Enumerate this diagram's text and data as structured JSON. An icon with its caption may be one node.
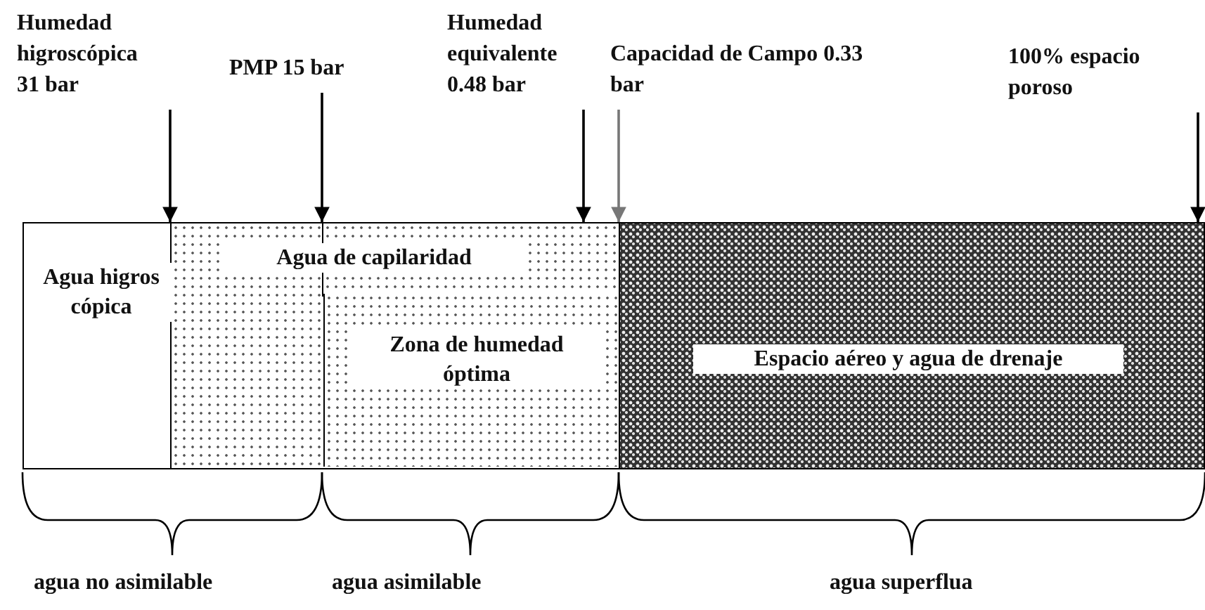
{
  "diagram": {
    "nodes": [
      {
        "text": [
          "Agua higros cópica"
        ]
      },
      {
        "text": [
          "Agua de capilaridad"
        ]
      },
      {
        "text": [
          "Zona de humedad óptima"
        ],
        "in": 1
      },
      {
        "text": [
          "Espacio aéreo y agua de drenaje"
        ]
      },
      {
        "text": [
          "Humedad higroscópica 31 bar"
        ]
      },
      {
        "text": [
          "PMP 15 bar"
        ]
      },
      {
        "text": [
          "Humedad equivalente 0.48 bar"
        ]
      },
      {
        "text": [
          "Capacidad de Campo 0.33 bar"
        ]
      },
      {
        "text": [
          "100% espacio poroso"
        ]
      }
    ],
    "edges": [
      {
        "from": 4,
        "to": 1,
        "arrow": "to"
      },
      {
        "from": 5,
        "to": 1,
        "arrow": "to"
      },
      {
        "from": 6,
        "to": 1,
        "arrow": "to"
      },
      {
        "from": 7,
        "to": 3,
        "arrow": "to",
        "color": "#777777"
      },
      {
        "from": 8,
        "to": 3,
        "arrow": "to"
      }
    ],
    "labels": [
      "agua no asimilable",
      "agua asimilable",
      "agua superflua"
    ]
  }
}
